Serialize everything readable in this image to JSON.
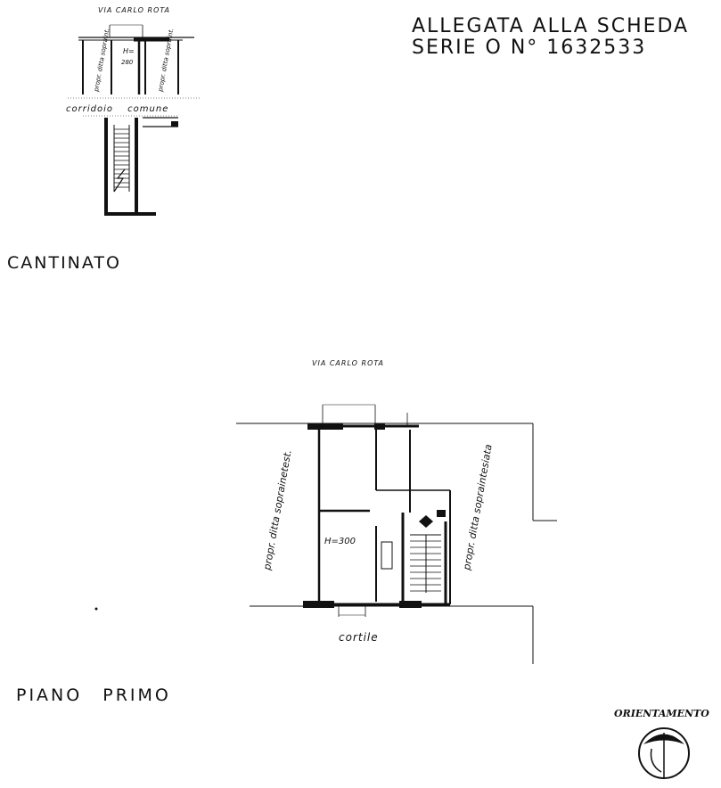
{
  "header": {
    "line1": "ALLEGATA ALLA SCHEDA",
    "line2": "SERIE O N° 1632533"
  },
  "basement": {
    "street": "VIA CARLO ROTA",
    "left_room_label": "propr. ditta sopraint.",
    "right_room_label": "propr. ditta sopraint.",
    "height_label_top": "H=",
    "height_label_value": "280",
    "corridor_label": "corridoio comune",
    "floor_title": "CANTINATO"
  },
  "first_floor": {
    "street": "VIA CARLO ROTA",
    "left_owner_label": "propr. ditta soprainetest.",
    "right_owner_label": "propr. ditta sopraintesiata",
    "height_label": "H=300",
    "courtyard_label": "cortile",
    "floor_title": "PIANO PRIMO"
  },
  "orientation": {
    "label": "ORIENTAMENTO"
  }
}
